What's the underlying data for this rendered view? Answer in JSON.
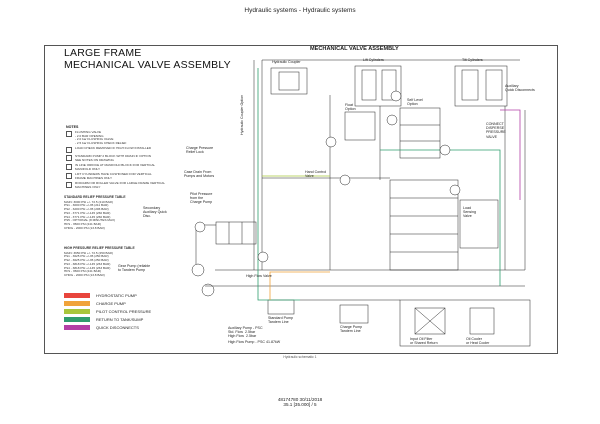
{
  "header": {
    "title": "Hydraulic systems - Hydraulic systems"
  },
  "frame": {
    "title_line1": "LARGE FRAME",
    "title_line2": "MECHANICAL VALVE ASSEMBLY",
    "diagram_title": "MECHANICAL VALVE ASSEMBLY"
  },
  "components": {
    "hydraulic_coupler": "Hydraulic Coupler",
    "lift_cylinders": "Lift Cylinders",
    "tilt_cylinders": "Tilt Cylinders",
    "self_level": "Self Level\nOption",
    "float_option": "Float\nOption",
    "connect_dispersion": "CONNECT\nDISPERSE\nPRESSURE\nVALVE",
    "aux_quick_disconnects": "Auxiliary\nQuick Disconnects",
    "charge_pressure": "Charge Pressure\nRelief Lock",
    "case_drain": "Case Drain From\nPumps and Motors",
    "hand_control": "Hand Control\nValve",
    "pilot_pressure": "Pilot Pressure\nfrom the\nCharge Pump",
    "secondary_aux": "Secondary\nAuxiliary Quick\nDisc.",
    "gear_pump": "Gear Pump (reliable\nto Tandem Pump",
    "high_flow": "High Flow Valve",
    "dual_pump": "Standard Pump\nTandem Line",
    "aux_pump_spec": "Auxiliary Pump - PSC\nStd. Flow  2.5bar\nHigh Flow  2.5bar",
    "high_flow_pump": "High Flow Pump - PSC 41.87kW",
    "charge_pump": "Charge Pump\nTandem Line",
    "input_oil_filter": "Input Oil Filter\nor Shared Return",
    "oil_cooler": "Oil Cooler\nor Heat Cooler",
    "load_sensing": "Load\nSensing\nValve",
    "hydraulic_coupler_vert": "Hydraulic Coupler Option"
  },
  "notes": {
    "title": "NOTES",
    "items": [
      "FLUSHING VALVE\n- 2.0 BAR OPENING\n- 2.0 bar FLUSHING VALVE\n- 2.5 bar FLUSHING CHECK RELIEF",
      "LOAD CHECK REMOVED IF HIGH FLOW INSTALLED",
      "STANDARD PUMP 2 BLOCK WITH DRAIN IF OPTION\nSEE NOTES ON DRAWING",
      "IN LINE ORIFICE AT MANIFOLD BLOCK FOR VERTICAL\nMANIFOLD ONLY",
      "LIFT CYLINDERS HAVE CUSHIONED FOR VERTICAL\nFRAME MACHINES ONLY",
      "ROD/ARM OR ROLLER VALVE FOR LARGE FRAME VERTICAL\nMACHINES ONLY"
    ]
  },
  "standard_table": {
    "title": "STANDARD RELIEF PRESSURE TABLE",
    "rows": [
      "MAIN: 3000 PSI +/- 72.5 (210 BAR)",
      "PS1 - 3000 PSI +/-35 (211 BAR)",
      "PS2 - 3200 PSI +/-35 (206 BAR)",
      "PS3 - 3771 PSI +/-145 (260 BAR)",
      "PS4 - 3771 PSI +/-145 (260 BAR)",
      "PS5 - OPTIONAL (8 MINUTES MAX)",
      "HFS - 3500 PSI (241 BAR)",
      "CHRG - 2000 PSI (13.8 BAR)"
    ]
  },
  "high_table": {
    "title": "HIGH PRESSURE RELIEF PRESSURE TABLE",
    "rows": [
      "MAIN: 3650 PSI +/- 72.5 (250 BAR)",
      "PS1 - 3625 PSI +/-35 (250 BAR)",
      "PS2 - 3625 PSI +/-35 (250 BAR)",
      "PS3 - 3818 PSI +/-145 (263 BAR)",
      "PS4 - 3818 PSI +/-145 (263 BAR)",
      "HFS - 3500 PSI (241 BAR)",
      "CHRG - 2000 PSI (13.8 BAR)"
    ]
  },
  "legend": {
    "items": [
      {
        "label": "HYDROSTATIC PUMP",
        "color": "#e8453c"
      },
      {
        "label": "CHARGE PUMP",
        "color": "#f0a33a"
      },
      {
        "label": "PILOT CONTROL PRESSURE",
        "color": "#a8c63c"
      },
      {
        "label": "RETURN TO TANK/SUMP",
        "color": "#2f9d6e"
      },
      {
        "label": "QUICK DISCONNECTS",
        "color": "#b340a6"
      }
    ]
  },
  "footer": {
    "small": "Hydraulic schematic     1",
    "doc_number": "48174780 30/11/2018",
    "page": "35.1 [35.000] / 5"
  }
}
